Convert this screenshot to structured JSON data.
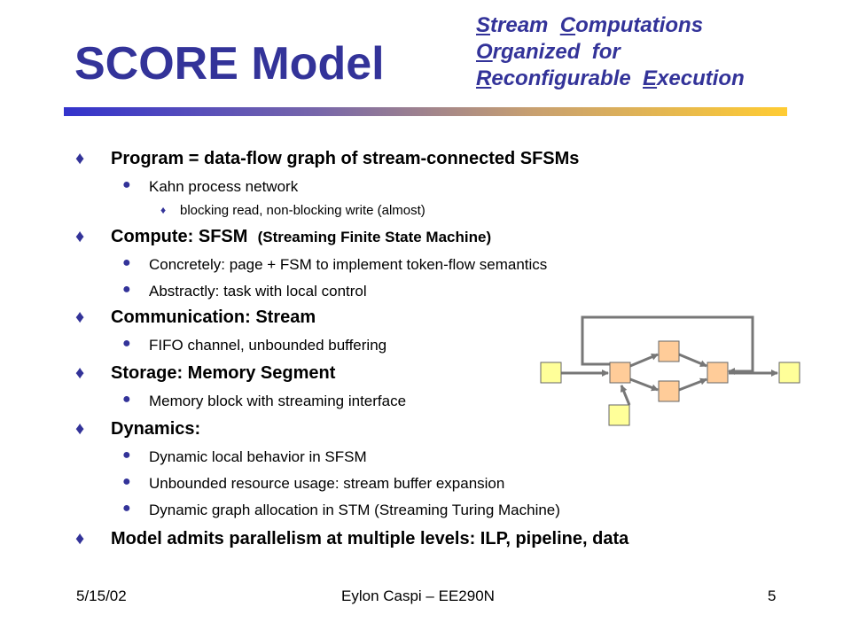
{
  "slide": {
    "title": "SCORE Model",
    "subtitle": [
      {
        "initial": "S",
        "rest": "tream"
      },
      {
        "initial": "C",
        "rest": "omputations"
      },
      {
        "initial": "O",
        "rest": "rganized"
      },
      {
        "text": "for"
      },
      {
        "initial": "R",
        "rest": "econfigurable"
      },
      {
        "initial": "E",
        "rest": "xecution"
      }
    ],
    "bullets": [
      {
        "text": "Program = data-flow graph of stream-connected SFSMs"
      },
      {
        "text": "Kahn process network"
      },
      {
        "text": "blocking read, non-blocking write  (almost)"
      },
      {
        "text": "Compute:  SFSM",
        "small": "(Streaming Finite State Machine)"
      },
      {
        "text": "Concretely:  page + FSM to implement token-flow semantics"
      },
      {
        "text": "Abstractly:  task with local control"
      },
      {
        "text": "Communication:  Stream"
      },
      {
        "text": "FIFO channel, unbounded buffering"
      },
      {
        "text": "Storage:  Memory Segment"
      },
      {
        "text": "Memory block with streaming interface"
      },
      {
        "text": "Dynamics:"
      },
      {
        "text": "Dynamic local behavior in SFSM"
      },
      {
        "text": "Unbounded resource usage:  stream buffer expansion"
      },
      {
        "text": "Dynamic graph allocation in STM  (Streaming Turing Machine)"
      },
      {
        "text": "Model admits parallelism at multiple levels:  ILP, pipeline, data"
      }
    ],
    "footer": {
      "date": "5/15/02",
      "author": "Eylon Caspi – EE290N",
      "page": "5"
    }
  },
  "colors": {
    "title": "#333399",
    "bullet_marker": "#333399",
    "io_node": "#ffff99",
    "compute_node": "#ffcc99"
  },
  "icons": {
    "level1_marker": "diamond-bullet-icon",
    "level2_marker": "dot-bullet-icon",
    "level3_marker": "small-diamond-bullet-icon"
  }
}
